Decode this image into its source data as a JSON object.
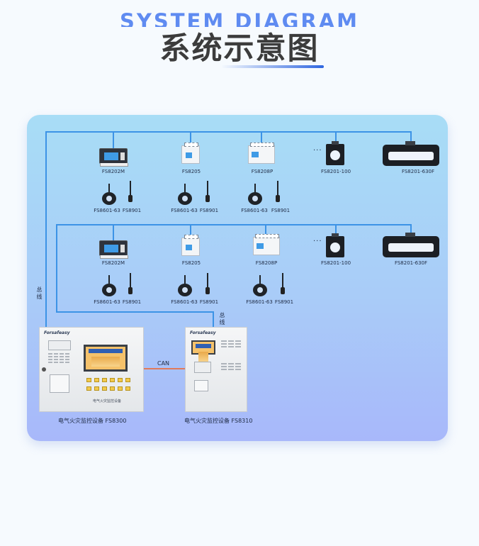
{
  "header": {
    "title_en": "SYSTEM DIAGRAM",
    "title_cn": "系统示意图"
  },
  "row1": {
    "meter_m": "FS8202M",
    "rail": "FS8205",
    "box8": "FS8208P",
    "ct100": "FS8201-100",
    "ct630": "FS8201-630F",
    "sensors": [
      {
        "ring": "FS8601-63",
        "probe": "FS8901"
      },
      {
        "ring": "FS8601-63",
        "probe": "FS8901"
      },
      {
        "ring": "FS8601-63",
        "probe": "FS8901"
      }
    ]
  },
  "row2": {
    "meter_m": "FS8202M",
    "rail": "FS8205",
    "box8": "FS8208P",
    "ct100": "FS8201-100",
    "ct630": "FS8201-630F",
    "sensors": [
      {
        "ring": "FS8601-63",
        "probe": "FS8901"
      },
      {
        "ring": "FS8601-63",
        "probe": "FS8901"
      },
      {
        "ring": "FS8601-63",
        "probe": "FS8901"
      }
    ]
  },
  "ellipsis": "···",
  "bus_label_1": "总线",
  "bus_label_2": "总线",
  "can_label": "CAN",
  "cab1": {
    "brand": "Forsafeasy",
    "panel_text": "电气火灾监控设备",
    "caption": "电气火灾监控设备 FS8300"
  },
  "cab2": {
    "brand": "Forsafeasy",
    "caption": "电气火灾监控设备 FS8310"
  },
  "colors": {
    "bus": "#3c93e6",
    "can_line": "#e07a5a",
    "panel_top": "#a8ddf6",
    "panel_bottom": "#a8b8fa"
  }
}
